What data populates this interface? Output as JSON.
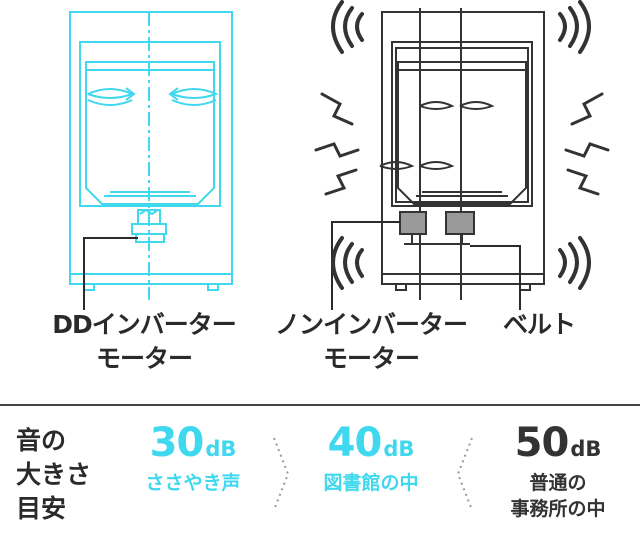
{
  "labels": {
    "dd_motor": [
      "DDインバーター",
      "モーター"
    ],
    "non_inverter_motor": [
      "ノンインバーター",
      "モーター"
    ],
    "belt": "ベルト"
  },
  "scale": {
    "title": [
      "音の",
      "大きさ",
      "目安"
    ],
    "levels": [
      {
        "value": "30",
        "unit": "dB",
        "example": [
          "ささやき声"
        ],
        "color": "#3fd8ee"
      },
      {
        "value": "40",
        "unit": "dB",
        "example": [
          "図書館の中"
        ],
        "color": "#3fd8ee"
      },
      {
        "value": "50",
        "unit": "dB",
        "example": [
          "普通の",
          "事務所の中"
        ],
        "color": "#333333"
      }
    ]
  },
  "colors": {
    "cyan": "#3fd8ee",
    "dark": "#333333",
    "gray_fill": "#9a9a9a"
  }
}
